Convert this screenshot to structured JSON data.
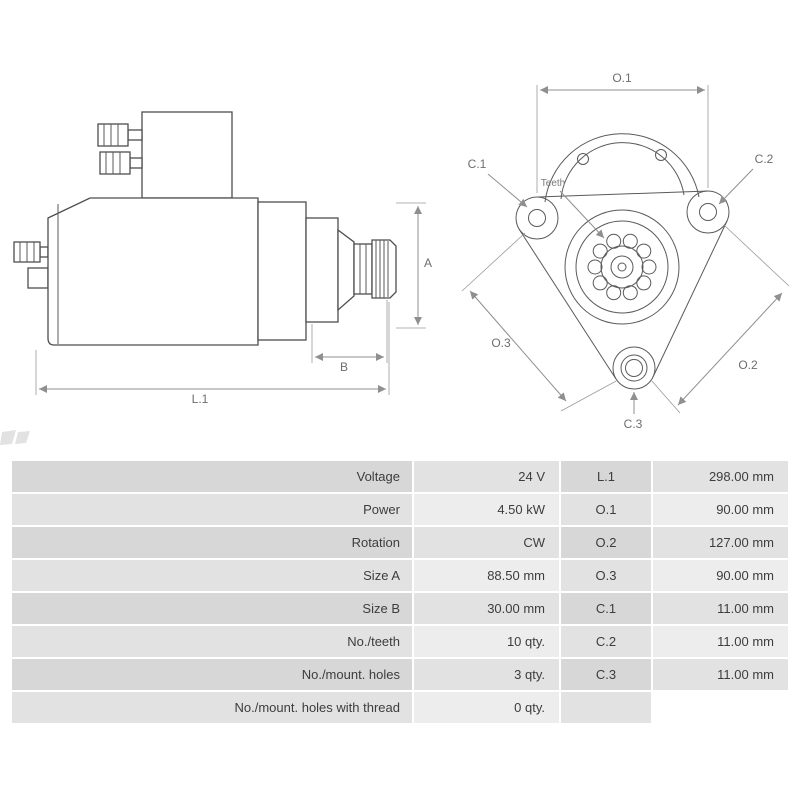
{
  "drawing": {
    "side_view": {
      "dim_a": "A",
      "dim_b": "B",
      "dim_l1": "L.1"
    },
    "front_view": {
      "dim_o1": "O.1",
      "dim_o2": "O.2",
      "dim_o3": "O.3",
      "dim_c1": "C.1",
      "dim_c2": "C.2",
      "dim_c3": "C.3",
      "teeth_label": "Teeth"
    }
  },
  "table": {
    "rows": [
      {
        "label": "Voltage",
        "value": "24 V",
        "dim_label": "L.1",
        "dim_value": "298.00 mm"
      },
      {
        "label": "Power",
        "value": "4.50 kW",
        "dim_label": "O.1",
        "dim_value": "90.00 mm"
      },
      {
        "label": "Rotation",
        "value": "CW",
        "dim_label": "O.2",
        "dim_value": "127.00 mm"
      },
      {
        "label": "Size A",
        "value": "88.50 mm",
        "dim_label": "O.3",
        "dim_value": "90.00 mm"
      },
      {
        "label": "Size B",
        "value": "30.00 mm",
        "dim_label": "C.1",
        "dim_value": "11.00 mm"
      },
      {
        "label": "No./teeth",
        "value": "10 qty.",
        "dim_label": "C.2",
        "dim_value": "11.00 mm"
      },
      {
        "label": "No./mount. holes",
        "value": "3 qty.",
        "dim_label": "C.3",
        "dim_value": "11.00 mm"
      },
      {
        "label": "No./mount. holes with thread",
        "value": "0 qty.",
        "dim_label": "",
        "dim_value": ""
      }
    ]
  },
  "colors": {
    "row_dark": "#d7d7d7",
    "row_mid": "#e2e2e2",
    "row_light": "#ededed",
    "outline": "#4d4d4d",
    "dimension_line": "#8f8f8f",
    "text": "#3d3d3d"
  }
}
